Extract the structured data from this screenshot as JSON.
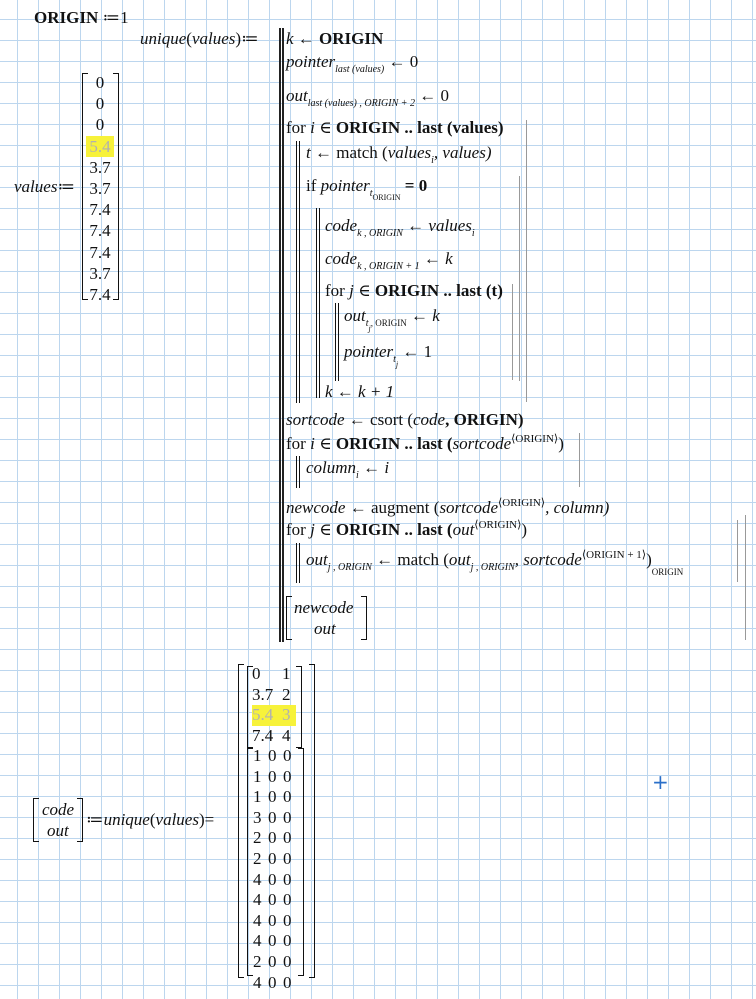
{
  "origin_def": {
    "name": "ORIGIN",
    "op": "≔",
    "value": "1"
  },
  "values_def": {
    "name": "values",
    "op": "≔",
    "items": [
      "0",
      "0",
      "0",
      "5.4",
      "3.7",
      "3.7",
      "7.4",
      "7.4",
      "7.4",
      "3.7",
      "7.4"
    ],
    "highlight_index": 3
  },
  "func_def": {
    "name": "unique",
    "arg": "values",
    "op": "≔",
    "lines": {
      "l1_var": "k",
      "l1_arrow": "←",
      "l1_val": "ORIGIN",
      "l2_var": "pointer",
      "l2_sub": "last (values)",
      "l2_val": "← 0",
      "l3_var": "out",
      "l3_sub": "last (values) , ORIGIN + 2",
      "l3_val": "← 0",
      "for1_kw": "for",
      "for1_var": "i",
      "for1_in": "∈",
      "for1_range": "ORIGIN .. last (values)",
      "t_line_a": "t",
      "t_line_b": "← match (",
      "t_line_c": "values",
      "t_line_d": "i",
      "t_line_e": ", values)",
      "if_kw": "if",
      "if_var": "pointer",
      "if_sub": "t",
      "if_subsub": "ORIGIN",
      "if_cond": "= 0",
      "code1_var": "code",
      "code1_sub": "k , ORIGIN",
      "code1_a": "← values",
      "code1_s": "i",
      "code2_var": "code",
      "code2_sub": "k , ORIGIN + 1",
      "code2_a": "← k",
      "for2_kw": "for",
      "for2_var": "j",
      "for2_in": "∈",
      "for2_range": "ORIGIN .. last (t)",
      "out_var": "out",
      "out_sub": "t",
      "out_subsub": "j",
      "out_sub2": ", ORIGIN",
      "out_a": "← k",
      "ptr_var": "pointer",
      "ptr_sub": "t",
      "ptr_subsub": "j",
      "ptr_a": "← 1",
      "kinc": "k ← k + 1",
      "sort_var": "sortcode",
      "sort_a": "← csort (",
      "sort_b": "code",
      "sort_c": ", ORIGIN)",
      "for3_kw": "for",
      "for3_var": "i",
      "for3_in": "∈",
      "for3_range_a": "ORIGIN .. last (",
      "for3_range_b": "sortcode",
      "for3_sup": "⟨ORIGIN⟩",
      "for3_close": ")",
      "colm_var": "column",
      "colm_sub": "i",
      "colm_a": "← i",
      "new_var": "newcode",
      "new_a": "← augment (",
      "new_b": "sortcode",
      "new_sup": "⟨ORIGIN⟩",
      "new_c": ", column)",
      "for4_kw": "for",
      "for4_var": "j",
      "for4_in": "∈",
      "for4_range_a": "ORIGIN .. last (",
      "for4_range_b": "out",
      "for4_sup": "⟨ORIGIN⟩",
      "for4_close": ")",
      "o2_var": "out",
      "o2_sub": "j , ORIGIN",
      "o2_a": "← match (",
      "o2_b": "out",
      "o2_bsub": "j , ORIGIN",
      "o2_c": ", sortcode",
      "o2_sup": "⟨ORIGIN + 1⟩",
      "o2_close": ")",
      "o2_outsub": "ORIGIN",
      "ret1": "newcode",
      "ret2": "out"
    }
  },
  "result": {
    "lhs_top": "code",
    "lhs_bottom": "out",
    "op": "≔",
    "call_name": "unique",
    "call_arg": "values",
    "eq": "=",
    "code_matrix": [
      [
        "0",
        "1"
      ],
      [
        "3.7",
        "2"
      ],
      [
        "5.4",
        "3"
      ],
      [
        "7.4",
        "4"
      ]
    ],
    "code_highlight_row": 2,
    "out_matrix": [
      [
        "1",
        "0",
        "0"
      ],
      [
        "1",
        "0",
        "0"
      ],
      [
        "1",
        "0",
        "0"
      ],
      [
        "3",
        "0",
        "0"
      ],
      [
        "2",
        "0",
        "0"
      ],
      [
        "2",
        "0",
        "0"
      ],
      [
        "4",
        "0",
        "0"
      ],
      [
        "4",
        "0",
        "0"
      ],
      [
        "4",
        "0",
        "0"
      ],
      [
        "4",
        "0",
        "0"
      ],
      [
        "2",
        "0",
        "0"
      ],
      [
        "4",
        "0",
        "0"
      ]
    ]
  },
  "cursor": {
    "symbol": "+"
  },
  "colors": {
    "grid": "#bcd6ee",
    "highlight": "#f7f23a",
    "cursor": "#2a6fc9"
  }
}
